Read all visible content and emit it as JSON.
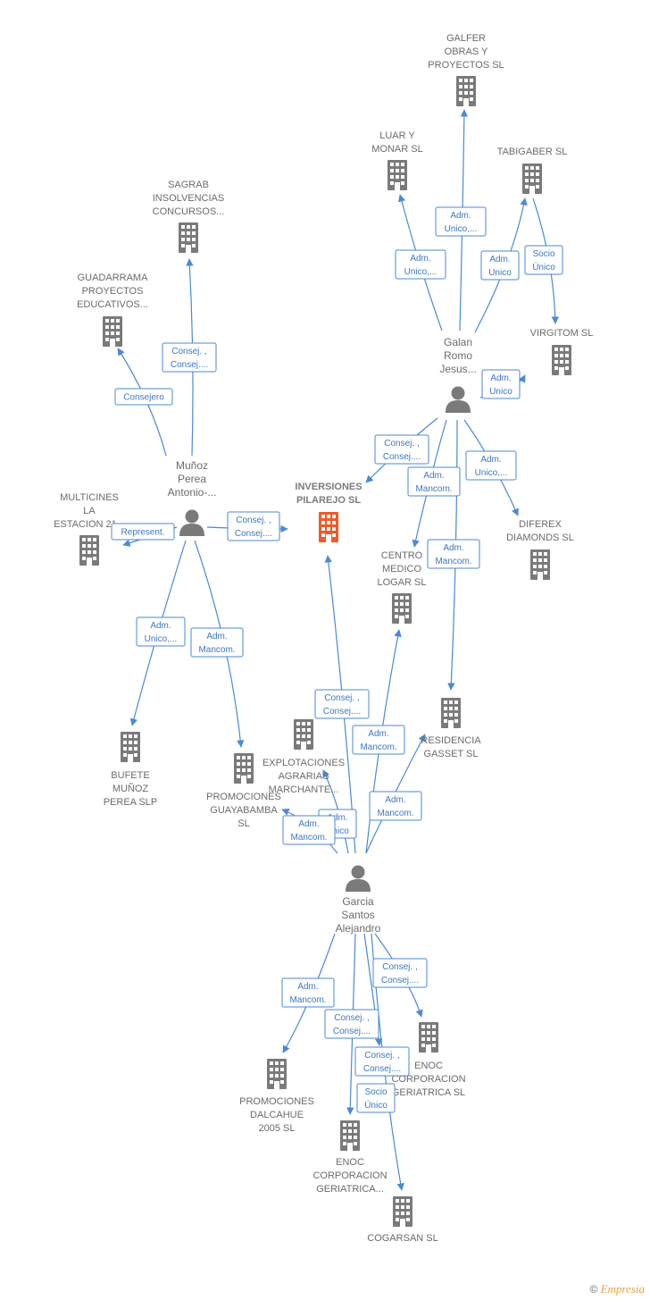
{
  "colors": {
    "edge": "#4a8ad6",
    "building": "#7a7a7a",
    "main_building": "#f05a28",
    "person": "#7a7a7a",
    "brand": "#e9a23b"
  },
  "icons": {
    "company": "building-icon",
    "person": "person-icon"
  },
  "companies": [
    {
      "id": "galfer",
      "lines": [
        "GALFER",
        "OBRAS Y",
        "PROYECTOS SL"
      ]
    },
    {
      "id": "luar",
      "lines": [
        "LUAR Y",
        "MONAR  SL"
      ]
    },
    {
      "id": "tabigaber",
      "lines": [
        "TABIGABER SL"
      ]
    },
    {
      "id": "sagrab",
      "lines": [
        "SAGRAB",
        "INSOLVENCIAS",
        "CONCURSOS..."
      ]
    },
    {
      "id": "guadarrama",
      "lines": [
        "GUADARRAMA",
        "PROYECTOS",
        "EDUCATIVOS..."
      ]
    },
    {
      "id": "virgitom",
      "lines": [
        "VIRGITOM  SL"
      ]
    },
    {
      "id": "multicines",
      "lines": [
        "MULTICINES",
        "LA",
        "ESTACION 21..."
      ]
    },
    {
      "id": "inversiones",
      "lines": [
        "INVERSIONES",
        "PILAREJO  SL"
      ],
      "main": true
    },
    {
      "id": "diferex",
      "lines": [
        "DIFEREX",
        "DIAMONDS  SL"
      ]
    },
    {
      "id": "centro",
      "lines": [
        "CENTRO",
        "MEDICO",
        "LOGAR  SL"
      ]
    },
    {
      "id": "residencia",
      "lines": [
        "RESIDENCIA",
        "GASSET  SL"
      ]
    },
    {
      "id": "explotaciones",
      "lines": [
        "EXPLOTACIONES",
        "AGRARIAS",
        "MARCHANTE..."
      ]
    },
    {
      "id": "bufete",
      "lines": [
        "BUFETE",
        "MUÑOZ",
        "PEREA SLP"
      ]
    },
    {
      "id": "guayabamba",
      "lines": [
        "PROMOCIONES",
        "GUAYABAMBA",
        "SL"
      ]
    },
    {
      "id": "enoc1",
      "lines": [
        "ENOC",
        "CORPORACION",
        "GERIATRICA SL"
      ]
    },
    {
      "id": "dalcahue",
      "lines": [
        "PROMOCIONES",
        "DALCAHUE",
        "2005  SL"
      ]
    },
    {
      "id": "enoc2",
      "lines": [
        "ENOC",
        "CORPORACION",
        "GERIATRICA..."
      ]
    },
    {
      "id": "cogarsan",
      "lines": [
        "COGARSAN SL"
      ]
    }
  ],
  "persons": [
    {
      "id": "galan",
      "lines": [
        "Galan",
        "Romo",
        "Jesus..."
      ]
    },
    {
      "id": "munoz",
      "lines": [
        "Muñoz",
        "Perea",
        "Antonio-..."
      ]
    },
    {
      "id": "garcia",
      "lines": [
        "Garcia",
        "Santos",
        "Alejandro"
      ]
    }
  ],
  "relations": [
    {
      "id": "e1",
      "lines": [
        "Adm.",
        "Unico,..."
      ]
    },
    {
      "id": "e2",
      "lines": [
        "Adm.",
        "Unico,..."
      ]
    },
    {
      "id": "e3",
      "lines": [
        "Adm.",
        "Unico"
      ]
    },
    {
      "id": "e4",
      "lines": [
        "Socio",
        "Único"
      ]
    },
    {
      "id": "e5",
      "lines": [
        "Adm.",
        "Unico"
      ]
    },
    {
      "id": "e6",
      "lines": [
        "Consej. ,",
        "Consej...."
      ]
    },
    {
      "id": "e7",
      "lines": [
        "Adm.",
        "Mancom."
      ]
    },
    {
      "id": "e8",
      "lines": [
        "Adm.",
        "Unico,..."
      ]
    },
    {
      "id": "e9",
      "lines": [
        "Adm.",
        "Mancom."
      ]
    },
    {
      "id": "e10",
      "lines": [
        "Consej. ,",
        "Consej...."
      ]
    },
    {
      "id": "e11",
      "lines": [
        "Consejero"
      ]
    },
    {
      "id": "e12",
      "lines": [
        "Consej. ,",
        "Consej...."
      ]
    },
    {
      "id": "e13",
      "lines": [
        "Represent."
      ]
    },
    {
      "id": "e14",
      "lines": [
        "Adm.",
        "Unico,..."
      ]
    },
    {
      "id": "e15",
      "lines": [
        "Adm.",
        "Mancom."
      ]
    },
    {
      "id": "e16",
      "lines": [
        "Consej. ,",
        "Consej...."
      ]
    },
    {
      "id": "e17",
      "lines": [
        "Adm.",
        "Mancom."
      ]
    },
    {
      "id": "e18",
      "lines": [
        "Adm.",
        "Mancom."
      ]
    },
    {
      "id": "e19",
      "lines": [
        "Adm.",
        "Unico"
      ]
    },
    {
      "id": "e20",
      "lines": [
        "Adm.",
        "Mancom."
      ]
    },
    {
      "id": "e21",
      "lines": [
        "Consej. ,",
        "Consej...."
      ]
    },
    {
      "id": "e22",
      "lines": [
        "Adm.",
        "Mancom."
      ]
    },
    {
      "id": "e23",
      "lines": [
        "Consej. ,",
        "Consej...."
      ]
    },
    {
      "id": "e24",
      "lines": [
        "Consej. ,",
        "Consej...."
      ]
    },
    {
      "id": "e25",
      "lines": [
        "Socio",
        "Único"
      ]
    }
  ],
  "footer": {
    "copyright": "©",
    "brand": "Empresia"
  }
}
